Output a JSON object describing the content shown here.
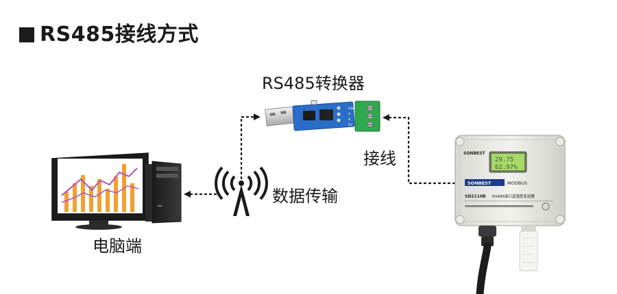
{
  "heading": {
    "title": "RS485接线方式"
  },
  "nodes": {
    "converter": {
      "label": "RS485转换器"
    },
    "wiring": {
      "label": "接线"
    },
    "wireless": {
      "label": "数据传输"
    },
    "computer": {
      "label": "电脑端"
    }
  },
  "device": {
    "brand": "SONBEST",
    "brand_badge": "SONBEST",
    "protocol": "MODBUS",
    "model": "SD2110B",
    "product_name": "RS485接口温湿度变送器",
    "display_line1": "29.75",
    "display_line2": "62.97%"
  },
  "converter_board": {
    "terminal_labels": [
      "GND",
      "A",
      "B",
      "5V"
    ]
  },
  "colors": {
    "arrow": "#1a1a1a",
    "board_blue": "#2b6ec9",
    "terminal_green": "#2fa84f",
    "lcd_green": "#a7d96a",
    "enclosure": "#e9e9e4",
    "chart_orange": "#f0a030",
    "chart_purple": "#b050c0"
  }
}
